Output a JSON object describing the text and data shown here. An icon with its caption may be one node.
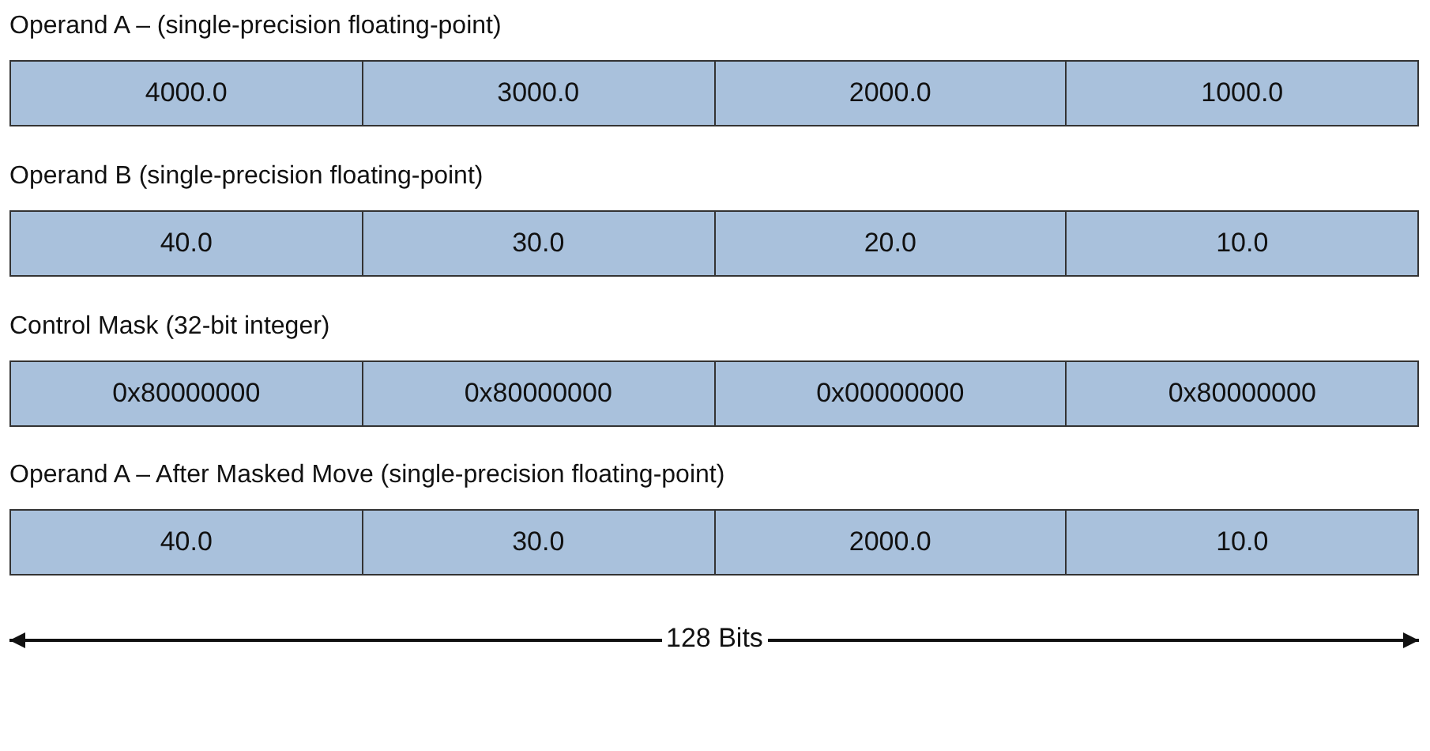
{
  "diagram": {
    "labels": [
      "Operand A – (single-precision floating-point)",
      "4000.0",
      "3000.0",
      "2000.0",
      "1000.0",
      "Operand B (single-precision floating-point)",
      "40.0",
      "30.0",
      "20.0",
      "10.0",
      "Control Mask (32-bit integer)",
      "0x80000000",
      "0x80000000",
      "0x00000000",
      "0x80000000",
      "Operand A – After Masked Move (single-precision floating-point)",
      "40.0",
      "30.0",
      "2000.0",
      "10.0",
      "128 Bits"
    ]
  }
}
